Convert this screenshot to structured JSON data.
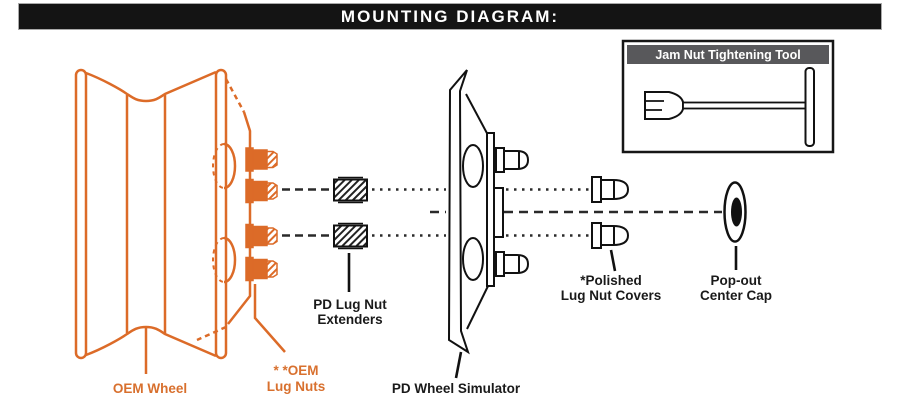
{
  "title": "MOUNTING DIAGRAM:",
  "colors": {
    "orange_accent": "#DC6B28",
    "line_black": "#1a1a1a",
    "tool_header_gray": "#58585B",
    "title_bar_bg": "#141414",
    "background": "#ffffff"
  },
  "labels": {
    "oem_wheel": "OEM Wheel",
    "oem_lug_nuts_line1": "* *OEM",
    "oem_lug_nuts_line2": "Lug Nuts",
    "extenders_line1": "PD Lug Nut",
    "extenders_line2": "Extenders",
    "pd_wheel_simulator": "PD Wheel Simulator",
    "polished_line1": "*Polished",
    "polished_line2": "Lug Nut Covers",
    "center_cap_line1": "Pop-out",
    "center_cap_line2": "Center Cap",
    "tool_box_title": "Jam Nut Tightening Tool"
  }
}
